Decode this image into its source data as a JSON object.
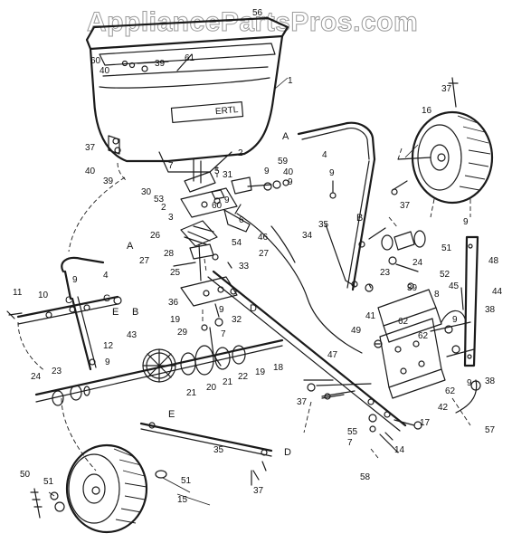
{
  "watermark": "AppliancePartsPros.com",
  "decal": "ERTL",
  "part_labels": [
    "56",
    "1",
    "60",
    "40",
    "39",
    "61",
    "37",
    "40",
    "39",
    "2",
    "7",
    "5",
    "31",
    "30",
    "53",
    "2",
    "3",
    "9",
    "59",
    "40",
    "9",
    "60",
    "6",
    "9",
    "46",
    "26",
    "54",
    "28",
    "27",
    "25",
    "33",
    "27",
    "36",
    "9",
    "32",
    "29",
    "7",
    "19",
    "43",
    "12",
    "9",
    "24",
    "23",
    "21",
    "20",
    "21",
    "22",
    "19",
    "18",
    "11",
    "10",
    "4",
    "9",
    "35",
    "37",
    "50",
    "51",
    "51",
    "15",
    "37",
    "16",
    "4",
    "9",
    "37",
    "9",
    "35",
    "34",
    "23",
    "24",
    "51",
    "52",
    "39",
    "48",
    "44",
    "45",
    "8",
    "62",
    "41",
    "62",
    "49",
    "38",
    "47",
    "9",
    "9",
    "62",
    "38",
    "55",
    "7",
    "14",
    "17",
    "42",
    "57",
    "58",
    "37"
  ],
  "callout_letters": [
    "A",
    "A",
    "B",
    "B",
    "C",
    "C",
    "D",
    "D",
    "E",
    "E"
  ]
}
